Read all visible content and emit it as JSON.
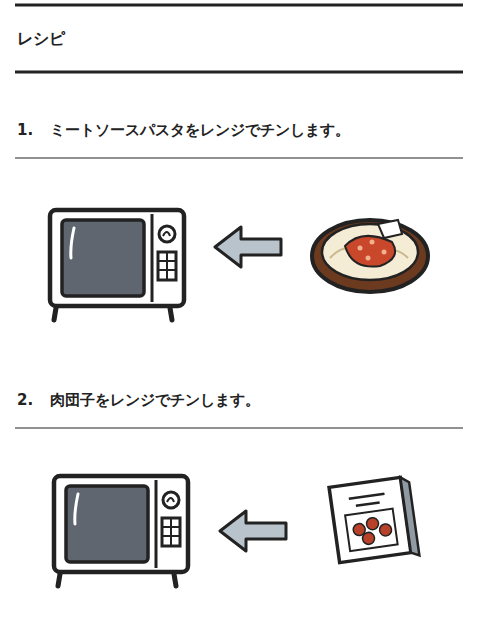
{
  "diagram": {
    "title": "レシピ",
    "labels": [
      "1.",
      "ミートソースパスタをレンジでチンします。",
      "2.",
      "肉団子をレンジでチンします。"
    ]
  }
}
